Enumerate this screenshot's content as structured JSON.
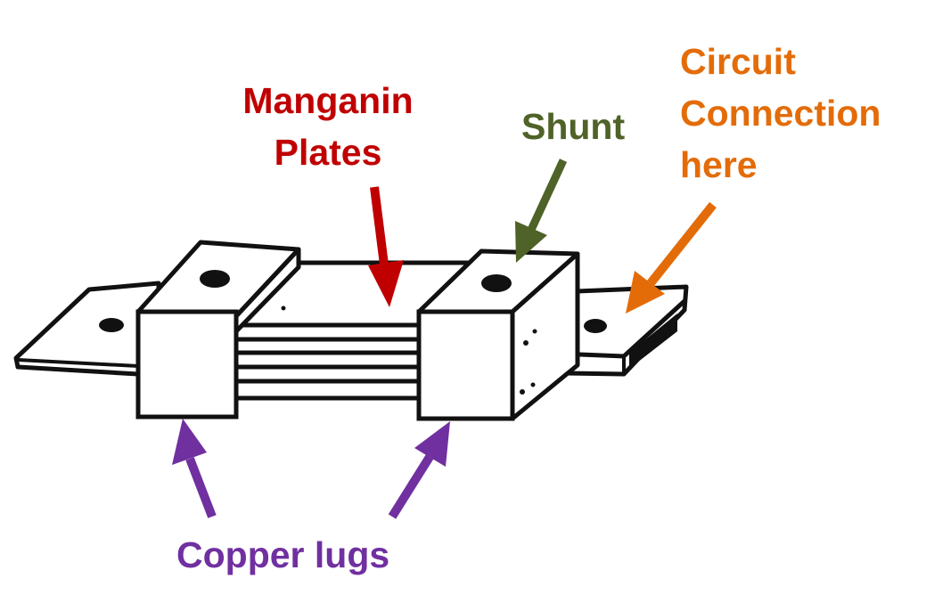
{
  "labels": {
    "manganin": {
      "line1": "Manganin",
      "line2": "Plates",
      "color": "#c00000"
    },
    "shunt": {
      "text": "Shunt",
      "color": "#4f6228"
    },
    "circuit": {
      "line1": "Circuit",
      "line2": "Connection",
      "line3": "here",
      "color": "#e36c09"
    },
    "copper": {
      "text": "Copper lugs",
      "color": "#7030a0"
    }
  },
  "colors": {
    "outline": "#111111",
    "fill": "#ffffff"
  }
}
